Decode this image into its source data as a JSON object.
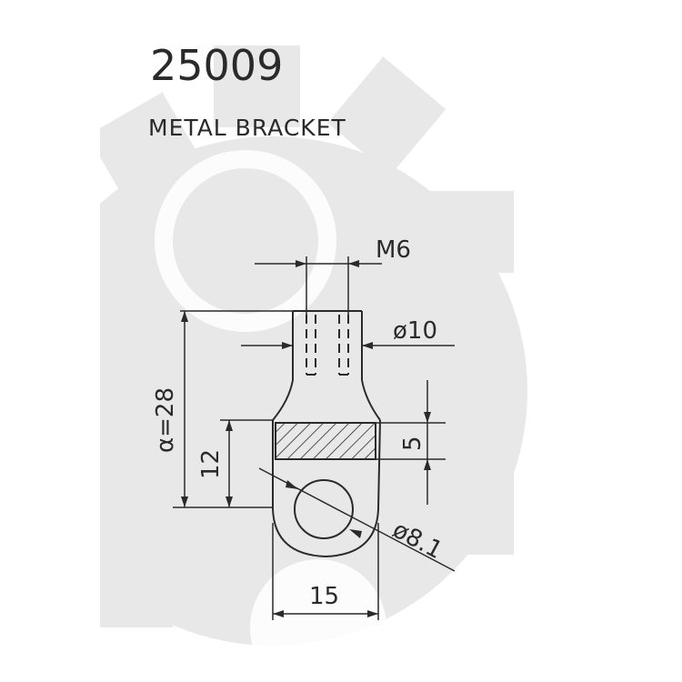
{
  "header": {
    "part_number": "25009",
    "part_name": "METAL BRACKET"
  },
  "dimensions": {
    "thread": "M6",
    "neck_diameter": "ø10",
    "total_length": "α=28",
    "hole_offset": "12",
    "flat_width": "5",
    "hole_diameter": "ø8.1",
    "body_width": "15"
  },
  "watermark": {
    "icon": "gear-icon",
    "color": "#e6e6e6"
  }
}
